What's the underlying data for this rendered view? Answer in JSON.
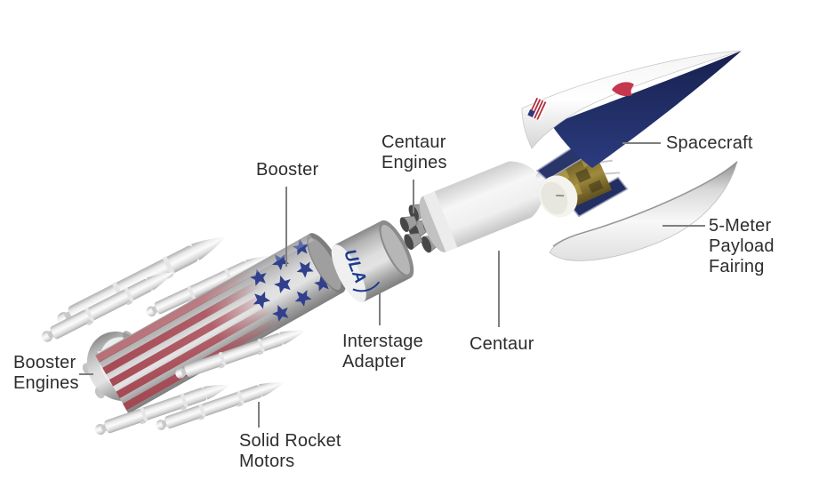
{
  "labels": {
    "booster": {
      "text": "Booster"
    },
    "centaur_engines": {
      "lines": [
        "Centaur",
        "Engines"
      ]
    },
    "spacecraft": {
      "text": "Spacecraft"
    },
    "payload_fairing": {
      "lines": [
        "5-Meter",
        "Payload",
        "Fairing"
      ]
    },
    "interstage_adapter": {
      "lines": [
        "Interstage",
        "Adapter"
      ]
    },
    "centaur": {
      "text": "Centaur"
    },
    "booster_engines": {
      "lines": [
        "Booster",
        "Engines"
      ]
    },
    "solid_rocket_motors": {
      "lines": [
        "Solid Rocket",
        "Motors"
      ]
    }
  },
  "markings": {
    "interstage_logo": "ULA"
  },
  "colors": {
    "background": "#ffffff",
    "label_text": "#2d2d2d",
    "leader_line": "#7f7f7f",
    "flag_star_navy": "#31408c",
    "flag_stripe_red": "#a84450",
    "fairing_inner_navy": "#1e2a63",
    "fairing_logo_red": "#c5374e",
    "ula_logo_navy": "#1d3a8f",
    "metal_silver": "#b9b9b9",
    "spacecraft_gold": "#8a7334",
    "solar_panel_navy": "#232e63"
  }
}
